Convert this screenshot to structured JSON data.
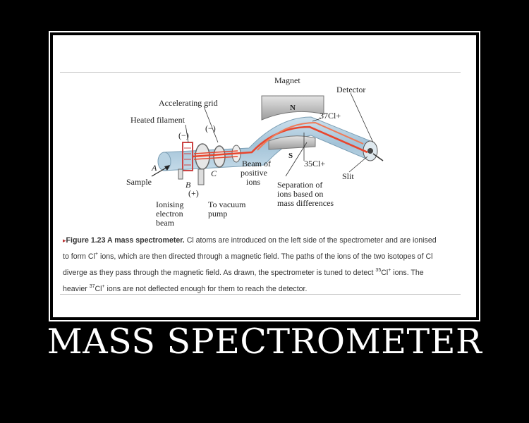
{
  "poster": {
    "title": "MASS SPECTROMETER"
  },
  "diagram": {
    "labels": {
      "magnet": "Magnet",
      "north_pole": "N",
      "south_pole": "S",
      "detector": "Detector",
      "cl37_ion": "37Cl+",
      "cl35_ion": "35Cl+",
      "accelerating_grid": "Accelerating grid",
      "heated_filament": "Heated filament",
      "filament_polarity": "(−)",
      "grid_polarity": "(−)",
      "point_a": "A",
      "point_b": "B",
      "point_c": "C",
      "point_b_polarity": "(+)",
      "sample": "Sample",
      "beam_line1": "Beam of",
      "beam_line2": "positive",
      "beam_line3": "ions",
      "separation_line1": "Separation of",
      "separation_line2": "ions based on",
      "separation_line3": "mass differences",
      "slit": "Slit",
      "ionising_line1": "Ionising",
      "ionising_line2": "electron",
      "ionising_line3": "beam",
      "vacuum_line1": "To vacuum",
      "vacuum_line2": "pump"
    },
    "colors": {
      "tube": "#a8c8dc",
      "beam": "#e8462e",
      "magnet": "#b8b8b8"
    }
  },
  "caption": {
    "figure_label": "Figure 1.23  A mass spectrometer.",
    "line1_text": "Cl atoms are introduced on the left side of the spectrometer and are ionised",
    "line2_a": "to form Cl",
    "line2_sup": "+",
    "line2_b": " ions, which are then directed through a magnetic field. The paths of the ions of the two isotopes of Cl",
    "line3": "diverge as they pass through the magnetic field. As drawn, the spectrometer is tuned to detect ",
    "line3_sup1": "35",
    "line3_cl": "Cl",
    "line3_sup2": "+",
    "line3_end": " ions. The",
    "line4_a": "heavier ",
    "line4_sup1": "37",
    "line4_cl": "Cl",
    "line4_sup2": "+",
    "line4_end": " ions are not deflected enough for them to reach the detector."
  }
}
